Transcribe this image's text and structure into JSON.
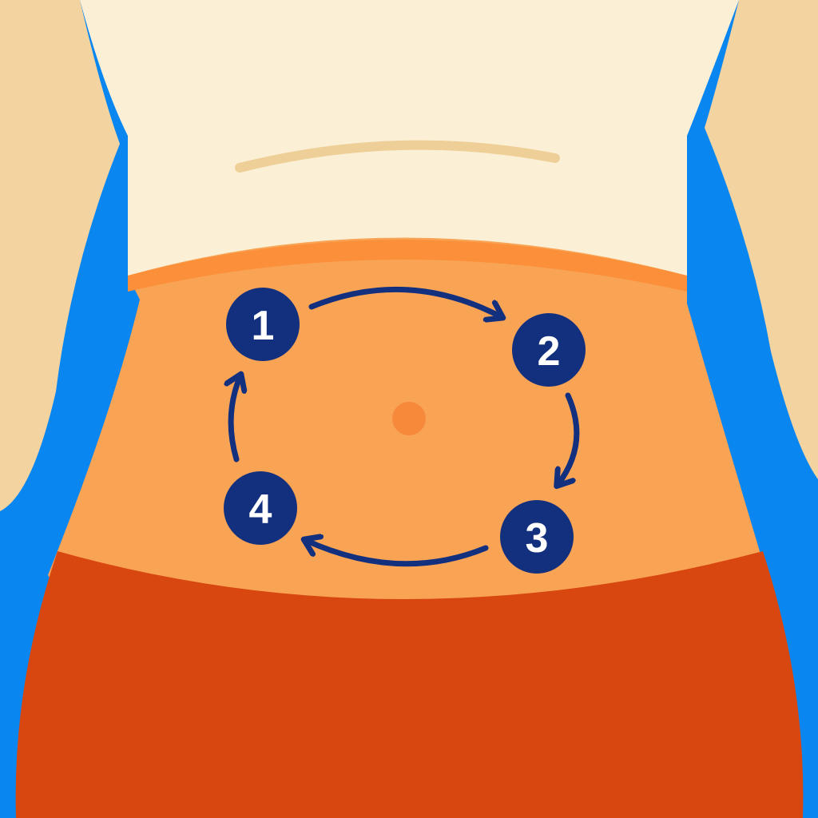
{
  "colors": {
    "background": "#fbf0d6",
    "side_blue": "#0a86f0",
    "arm_skin": "#f3d3a0",
    "belly": "#f9a455",
    "belly_rim": "#fb8f3a",
    "navel": "#f7893a",
    "pants": "#d94711",
    "marker_fill": "#13307f",
    "arrow_color": "#13307f"
  },
  "icons": {
    "navel": "navel-dot",
    "arrow": "curved-arrow-clockwise"
  },
  "steps": [
    {
      "label": "1"
    },
    {
      "label": "2"
    },
    {
      "label": "3"
    },
    {
      "label": "4"
    }
  ]
}
